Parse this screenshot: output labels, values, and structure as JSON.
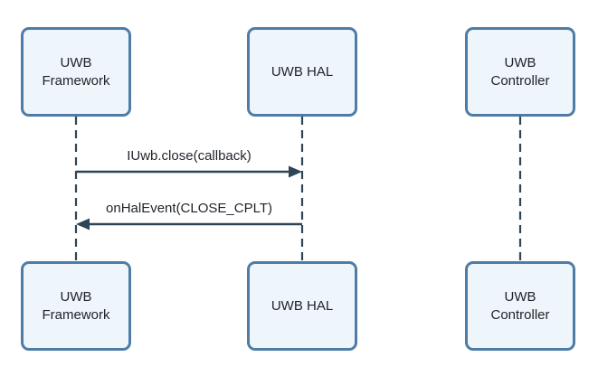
{
  "diagram": {
    "kind": "sequence-diagram",
    "actors": [
      {
        "id": "uwb-framework",
        "label": "UWB\nFramework"
      },
      {
        "id": "uwb-hal",
        "label": "UWB HAL"
      },
      {
        "id": "uwb-controller",
        "label": "UWB\nController"
      }
    ],
    "messages": [
      {
        "from": "uwb-framework",
        "to": "uwb-hal",
        "direction": "right",
        "label": "IUwb.close(callback)"
      },
      {
        "from": "uwb-hal",
        "to": "uwb-framework",
        "direction": "left",
        "label": "onHalEvent(CLOSE_CPLT)"
      }
    ],
    "colors": {
      "box_border": "#4f7ca6",
      "box_fill": "#eef6fb",
      "line": "#2e4557",
      "text": "#1f2329",
      "background": "#ffffff"
    }
  }
}
